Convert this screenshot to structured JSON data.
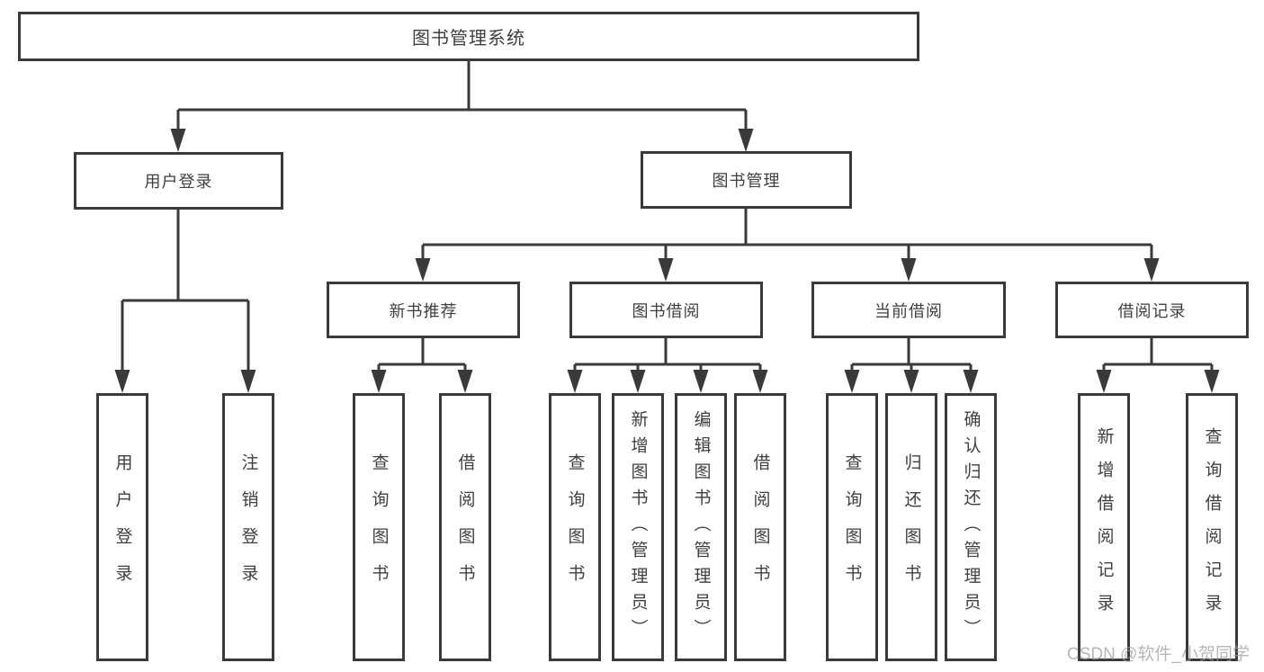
{
  "diagram": {
    "type": "hierarchy-tree",
    "root": {
      "label": "图书管理系统"
    },
    "branches": [
      {
        "label": "用户登录",
        "children": [
          {
            "label": "用户登录"
          },
          {
            "label": "注销登录"
          }
        ]
      },
      {
        "label": "图书管理",
        "children": [
          {
            "label": "新书推荐",
            "children": [
              {
                "label": "查询图书"
              },
              {
                "label": "借阅图书"
              }
            ]
          },
          {
            "label": "图书借阅",
            "children": [
              {
                "label": "查询图书"
              },
              {
                "label": "新增图书（管理员）"
              },
              {
                "label": "编辑图书（管理员）"
              },
              {
                "label": "借阅图书"
              }
            ]
          },
          {
            "label": "当前借阅",
            "children": [
              {
                "label": "查询图书"
              },
              {
                "label": "归还图书"
              },
              {
                "label": "确认归还（管理员）"
              }
            ]
          },
          {
            "label": "借阅记录",
            "children": [
              {
                "label": "新增借阅记录"
              },
              {
                "label": "查询借阅记录"
              }
            ]
          }
        ]
      }
    ]
  },
  "watermark": {
    "text": "CSDN @软件_小贺同学"
  },
  "colors": {
    "line": "#3a3a3a",
    "text": "#3f3f3f",
    "background": "#ffffff",
    "watermark": "#bdbdbd"
  }
}
